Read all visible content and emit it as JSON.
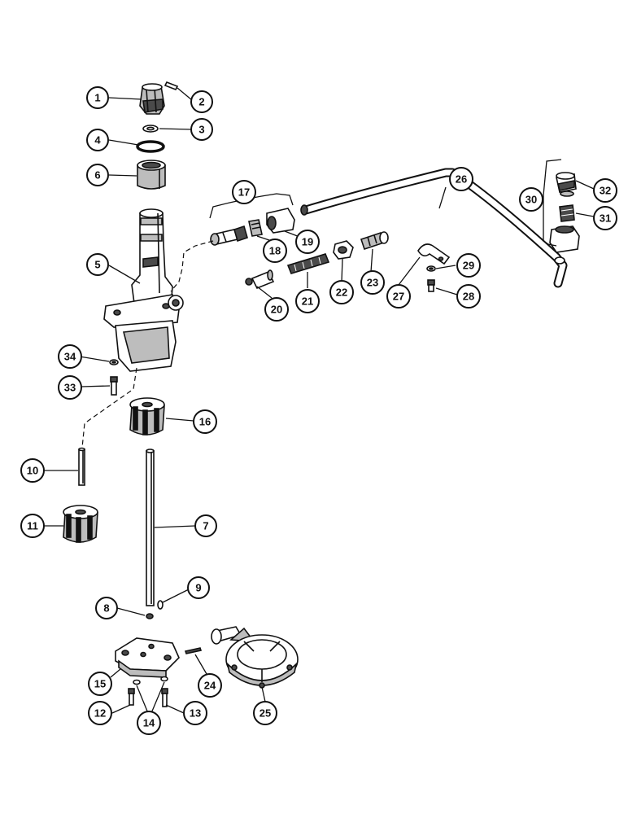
{
  "diagram": {
    "colors": {
      "ink": "#111111",
      "paper": "#ffffff",
      "shade": "#bdbdbd",
      "dark_shade": "#4a4a4a"
    },
    "callouts": [
      {
        "id": "c1",
        "label": "1"
      },
      {
        "id": "c2",
        "label": "2"
      },
      {
        "id": "c3",
        "label": "3"
      },
      {
        "id": "c4",
        "label": "4"
      },
      {
        "id": "c5",
        "label": "5"
      },
      {
        "id": "c6",
        "label": "6"
      },
      {
        "id": "c7",
        "label": "7"
      },
      {
        "id": "c8",
        "label": "8"
      },
      {
        "id": "c9",
        "label": "9"
      },
      {
        "id": "c10",
        "label": "10"
      },
      {
        "id": "c11",
        "label": "11"
      },
      {
        "id": "c12",
        "label": "12"
      },
      {
        "id": "c13",
        "label": "13"
      },
      {
        "id": "c14",
        "label": "14"
      },
      {
        "id": "c15",
        "label": "15"
      },
      {
        "id": "c16",
        "label": "16"
      },
      {
        "id": "c17",
        "label": "17"
      },
      {
        "id": "c18",
        "label": "18"
      },
      {
        "id": "c19",
        "label": "19"
      },
      {
        "id": "c20",
        "label": "20"
      },
      {
        "id": "c21",
        "label": "21"
      },
      {
        "id": "c22",
        "label": "22"
      },
      {
        "id": "c23",
        "label": "23"
      },
      {
        "id": "c24",
        "label": "24"
      },
      {
        "id": "c25",
        "label": "25"
      },
      {
        "id": "c26",
        "label": "26"
      },
      {
        "id": "c27",
        "label": "27"
      },
      {
        "id": "c28",
        "label": "28"
      },
      {
        "id": "c29",
        "label": "29"
      },
      {
        "id": "c30",
        "label": "30"
      },
      {
        "id": "c31",
        "label": "31"
      },
      {
        "id": "c32",
        "label": "32"
      },
      {
        "id": "c33",
        "label": "33"
      },
      {
        "id": "c34",
        "label": "34"
      }
    ]
  }
}
